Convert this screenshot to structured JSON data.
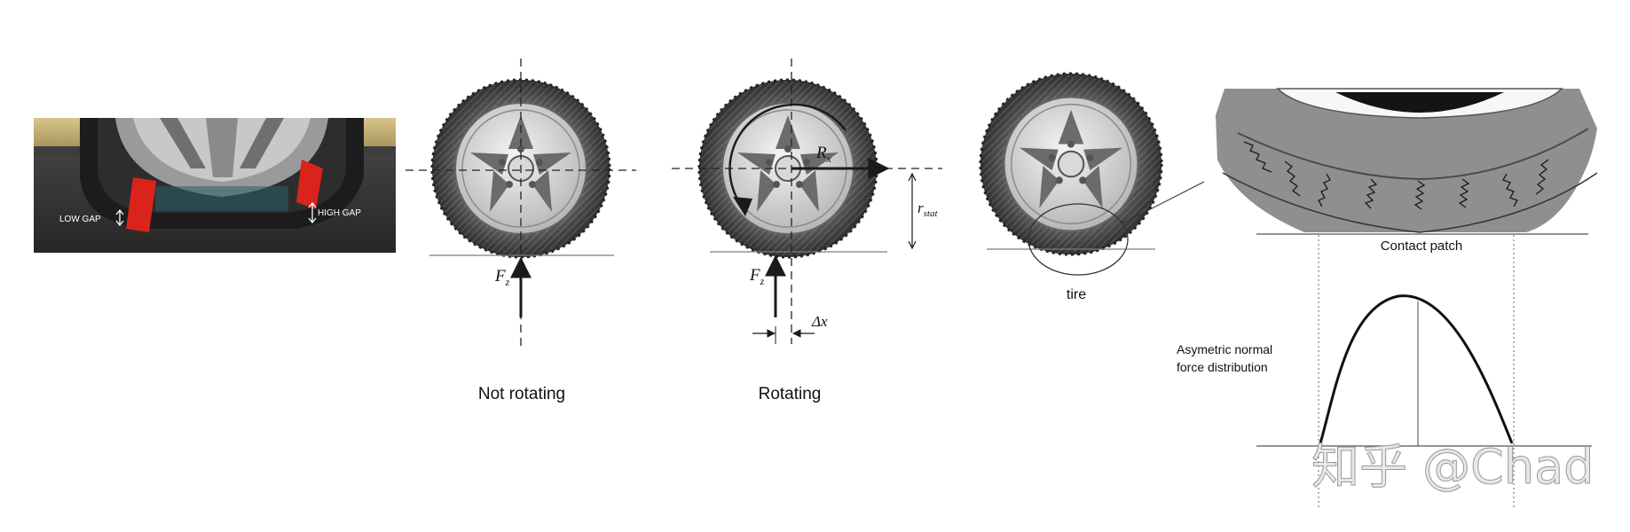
{
  "photo": {
    "low_gap_label": "LOW GAP",
    "high_gap_label": "HIGH GAP"
  },
  "panel_not_rotating": {
    "caption": "Not rotating",
    "force_label": "F",
    "force_subscript": "z"
  },
  "panel_rotating": {
    "caption": "Rotating",
    "force_label": "F",
    "force_subscript": "z",
    "rx_label": "R",
    "rx_subscript": "x",
    "rstat_label": "r",
    "rstat_subscript": "stat",
    "dx_label": "Δx"
  },
  "panel_tire": {
    "caption": "tire"
  },
  "panel_contact": {
    "contact_patch_label": "Contact patch",
    "distribution_label_line1": "Asymetric normal",
    "distribution_label_line2": "force distribution"
  },
  "watermark": "知乎 @Chad",
  "colors": {
    "strap": "#d9231b",
    "ground_line": "#7c7c7c",
    "arrow": "#1a1a1a",
    "curve": "#111111"
  }
}
